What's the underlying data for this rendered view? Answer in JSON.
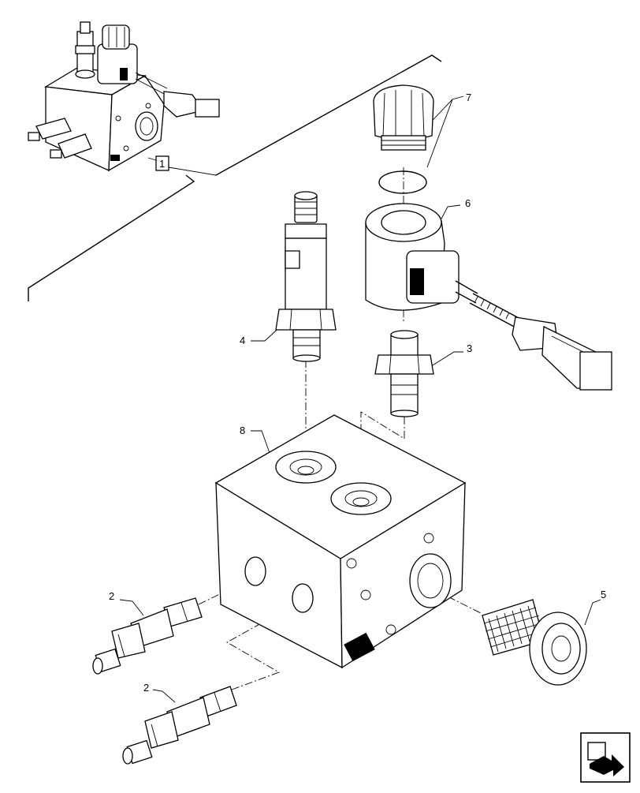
{
  "callouts": {
    "block_assembly": "1",
    "fitting_lower": "2",
    "fitting_upper": "2",
    "adapter": "3",
    "valve_cartridge": "4",
    "filter_screen": "5",
    "solenoid_coil": "6",
    "o_ring": "7",
    "manifold_block": "8"
  },
  "nav_button": {
    "icon": "page-return-arrow-icon"
  }
}
